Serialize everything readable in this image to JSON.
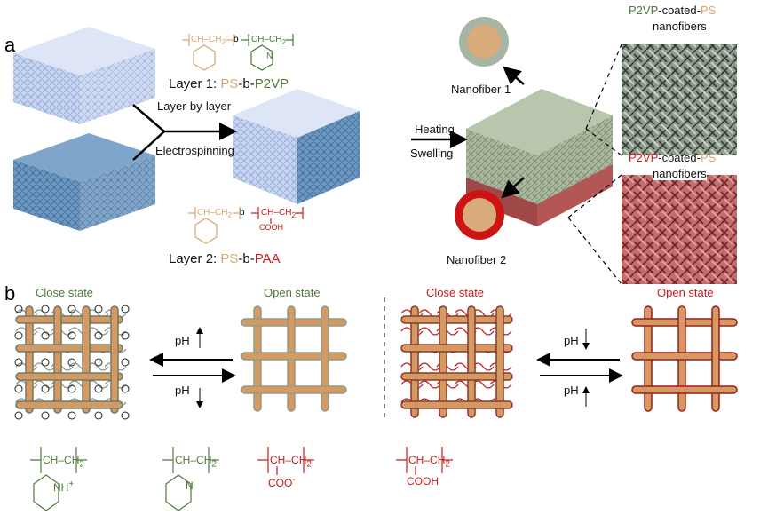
{
  "panel_a": {
    "label": "a",
    "layer1": {
      "prefix": "Layer 1: ",
      "ps": "PS",
      "mid": "-b-",
      "block": "P2VP"
    },
    "layer2": {
      "prefix": "Layer 2: ",
      "ps": "PS",
      "mid": "-b-",
      "block": "PAA"
    },
    "step1": [
      "Layer-by-layer",
      "Electrospinning"
    ],
    "step2": [
      "Heating",
      "Swelling"
    ],
    "nanofiber1": "Nanofiber 1",
    "nanofiber2": "Nanofiber 2",
    "inset1": {
      "coat": "P2VP",
      "mid": "-coated-",
      "core": "PS",
      "line2": "nanofibers"
    },
    "inset2": {
      "coat": "P2VP",
      "mid": "-coated-",
      "core": "PS",
      "line2": "nanofibers"
    },
    "chem": {
      "ch": "CH",
      "ch2": "CH",
      "sub2": "2",
      "b": "b",
      "n": "N",
      "cooh": "COOH"
    }
  },
  "panel_b": {
    "label": "b",
    "states": [
      "Close state",
      "Open state",
      "Close state",
      "Open state"
    ],
    "ph": "pH",
    "chem": {
      "nh": "NH",
      "plus": "+",
      "n": "N",
      "coo": "COO",
      "minus": "-",
      "cooh": "COOH",
      "ch": "CH",
      "ch2": "CH",
      "sub2": "2"
    }
  },
  "colors": {
    "green": "#4f7a3a",
    "red": "#cc1a1a",
    "tan": "#d9a872",
    "blue_light": "#b8c8e8",
    "blue_dark": "#5c88b4"
  }
}
